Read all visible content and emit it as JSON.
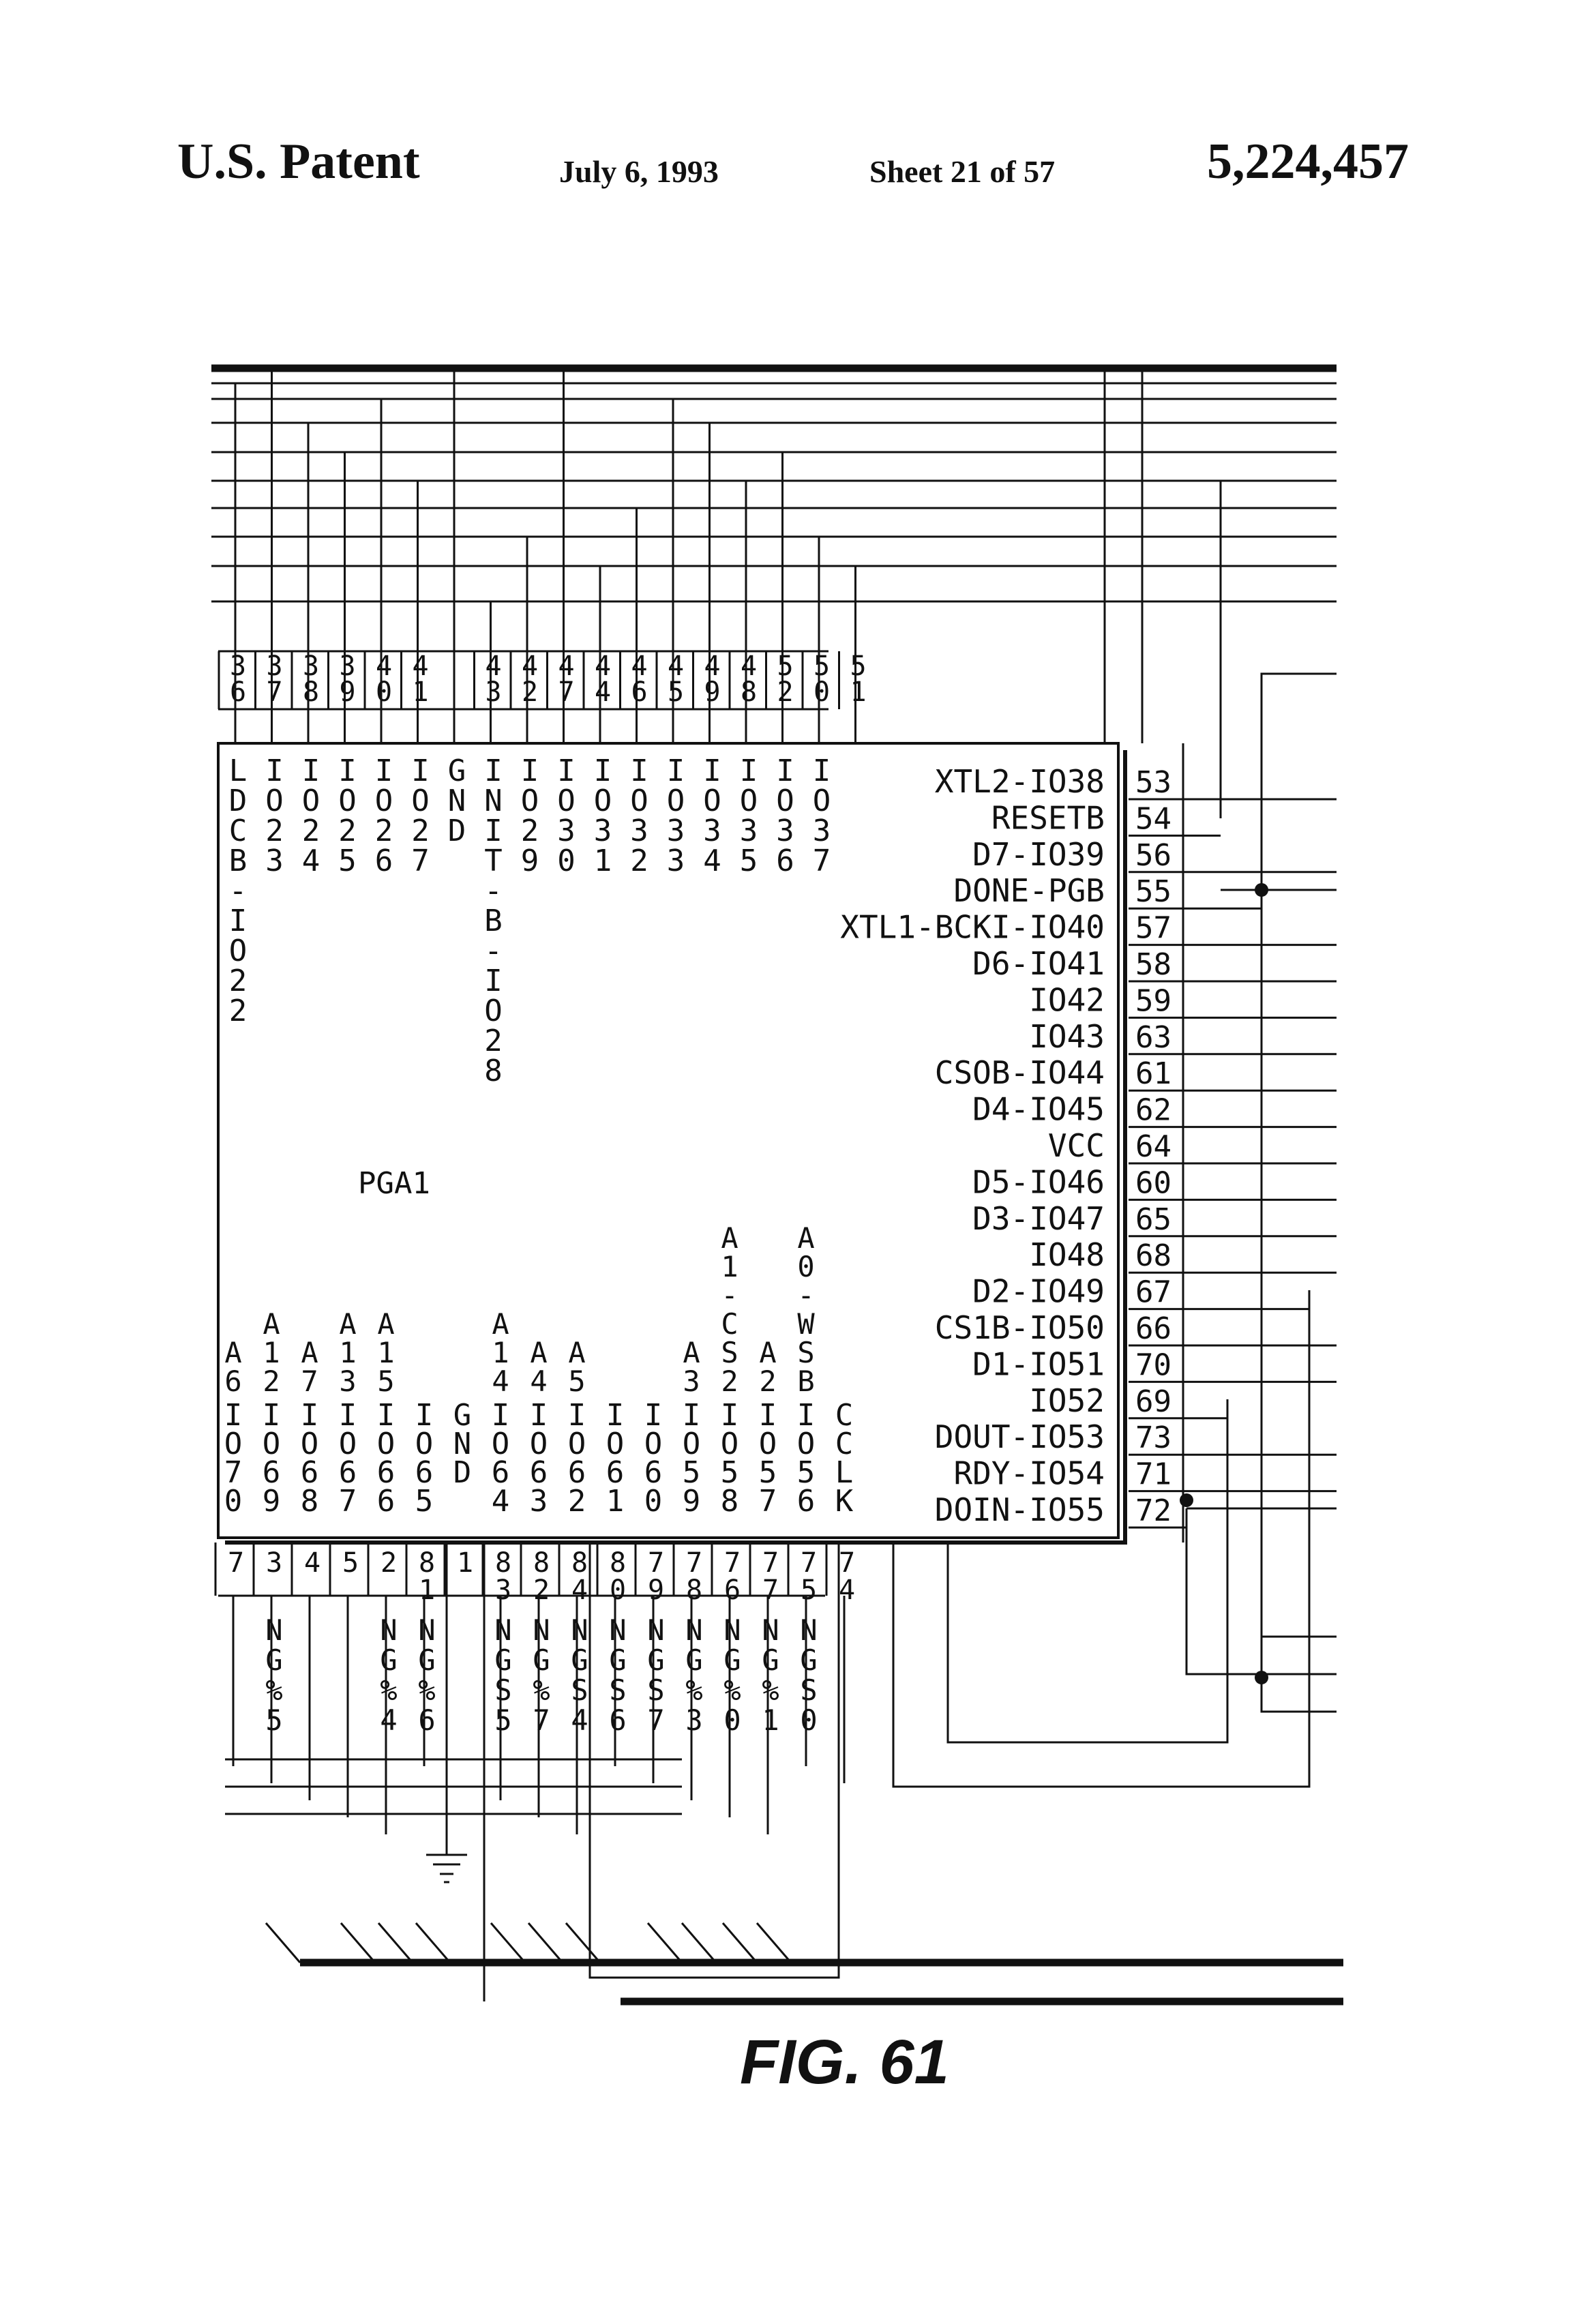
{
  "header": {
    "patent_label": "U.S. Patent",
    "date": "July 6, 1993",
    "sheet": "Sheet 21 of 57",
    "patent_number": "5,224,457"
  },
  "chip": {
    "name": "PGA1",
    "top_pins": [
      {
        "num": "36",
        "label": "LDCB-IO22"
      },
      {
        "num": "37",
        "label": "IO23"
      },
      {
        "num": "38",
        "label": "IO24"
      },
      {
        "num": "39",
        "label": "IO25"
      },
      {
        "num": "40",
        "label": "IO26"
      },
      {
        "num": "41",
        "label": "IO27"
      },
      {
        "num": "",
        "label": "GND"
      },
      {
        "num": "43",
        "label": "INIT-B-IO28"
      },
      {
        "num": "42",
        "label": "IO29"
      },
      {
        "num": "47",
        "label": "IO30"
      },
      {
        "num": "44",
        "label": "IO31"
      },
      {
        "num": "46",
        "label": "IO32"
      },
      {
        "num": "45",
        "label": "IO33"
      },
      {
        "num": "49",
        "label": "IO34"
      },
      {
        "num": "48",
        "label": "IO35"
      },
      {
        "num": "52",
        "label": "IO36"
      },
      {
        "num": "50",
        "label": "IO37"
      },
      {
        "num": "51",
        "label": ""
      }
    ],
    "right_pins": [
      {
        "num": "53",
        "label": "XTL2-IO38"
      },
      {
        "num": "54",
        "label": "RESETB"
      },
      {
        "num": "56",
        "label": "D7-IO39"
      },
      {
        "num": "55",
        "label": "DONE-PGB"
      },
      {
        "num": "57",
        "label": "XTL1-BCKI-IO40"
      },
      {
        "num": "58",
        "label": "D6-IO41"
      },
      {
        "num": "59",
        "label": "IO42"
      },
      {
        "num": "63",
        "label": "IO43"
      },
      {
        "num": "61",
        "label": "CSOB-IO44"
      },
      {
        "num": "62",
        "label": "D4-IO45"
      },
      {
        "num": "64",
        "label": "VCC"
      },
      {
        "num": "60",
        "label": "D5-IO46"
      },
      {
        "num": "65",
        "label": "D3-IO47"
      },
      {
        "num": "68",
        "label": "IO48"
      },
      {
        "num": "67",
        "label": "D2-IO49"
      },
      {
        "num": "66",
        "label": "CS1B-IO50"
      },
      {
        "num": "70",
        "label": "D1-IO51"
      },
      {
        "num": "69",
        "label": "IO52"
      },
      {
        "num": "73",
        "label": "DOUT-IO53"
      },
      {
        "num": "71",
        "label": "RDY-IO54"
      },
      {
        "num": "72",
        "label": "DOIN-IO55"
      }
    ],
    "bottom_pins": [
      {
        "num": "7",
        "label": "IO70",
        "signal": "A6",
        "net": ""
      },
      {
        "num": "3",
        "label": "IO69",
        "signal": "A12",
        "net": "NG%5"
      },
      {
        "num": "4",
        "label": "IO68",
        "signal": "A7",
        "net": ""
      },
      {
        "num": "5",
        "label": "IO67",
        "signal": "A13",
        "net": ""
      },
      {
        "num": "2",
        "label": "IO66",
        "signal": "A15",
        "net": "NG%4"
      },
      {
        "num": "81",
        "label": "IO65",
        "signal": "",
        "net": "NG%6"
      },
      {
        "num": "1",
        "label": "GND",
        "signal": "",
        "net": ""
      },
      {
        "num": "83",
        "label": "IO64",
        "signal": "A14",
        "net": "NGS5"
      },
      {
        "num": "82",
        "label": "IO63",
        "signal": "A4",
        "net": "NG%7"
      },
      {
        "num": "84",
        "label": "IO62",
        "signal": "A5",
        "net": "NGS4"
      },
      {
        "num": "80",
        "label": "IO61",
        "signal": "",
        "net": "NGS6"
      },
      {
        "num": "79",
        "label": "IO60",
        "signal": "",
        "net": "NGS7"
      },
      {
        "num": "78",
        "label": "IO59",
        "signal": "A3",
        "net": "NG%3"
      },
      {
        "num": "76",
        "label": "IO58",
        "signal": "A1-CS2",
        "net": "NG%0"
      },
      {
        "num": "77",
        "label": "IO57",
        "signal": "A2",
        "net": "NG%1"
      },
      {
        "num": "75",
        "label": "IO56",
        "signal": "A0-WSB",
        "net": "NGS0"
      },
      {
        "num": "74",
        "label": "CCLK",
        "signal": "",
        "net": ""
      }
    ]
  },
  "figure_label": "FIG. 61"
}
